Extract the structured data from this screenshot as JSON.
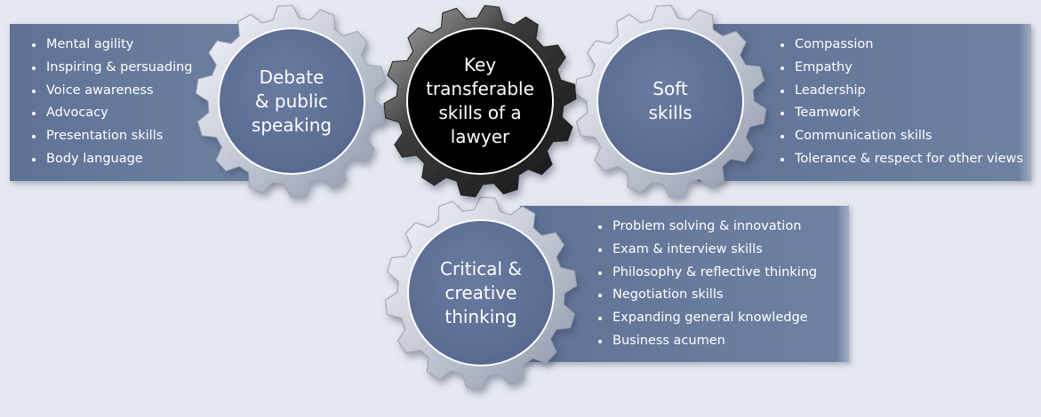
{
  "center": {
    "label": "Key\ntransferable\nskills of a\nlawyer"
  },
  "debate": {
    "label": "Debate\n& public\nspeaking",
    "items": [
      "Mental agility",
      "Inspiring & persuading",
      "Voice awareness",
      "Advocacy",
      "Presentation skills",
      "Body language"
    ]
  },
  "soft": {
    "label": "Soft\nskills",
    "items": [
      "Compassion",
      "Empathy",
      "Leadership",
      "Teamwork",
      "Communication skills",
      "Tolerance & respect for other views"
    ]
  },
  "critical": {
    "label": "Critical &\ncreative\nthinking",
    "items": [
      "Problem solving & innovation",
      "Exam & interview skills",
      "Philosophy & reflective thinking",
      "Negotiation skills",
      "Expanding general knowledge",
      "Business acumen"
    ]
  },
  "colors": {
    "panel": "#6a7c9e",
    "gear_inner": "#62739a",
    "center_gear": "#000000",
    "text": "#ffffff"
  }
}
